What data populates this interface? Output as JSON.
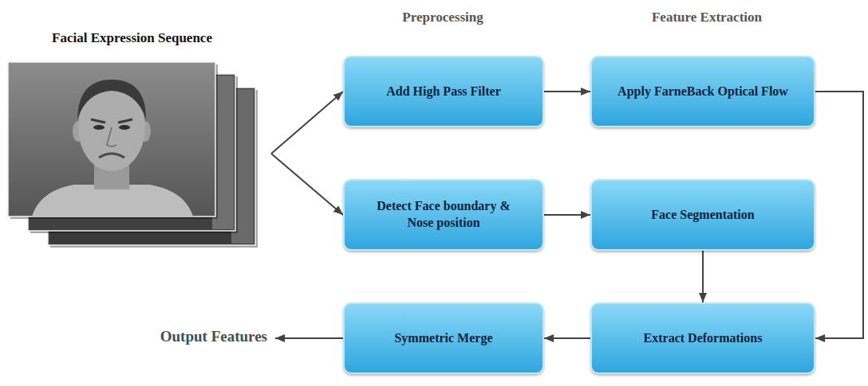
{
  "diagram": {
    "nodes": [
      {
        "text": [
          "Facial Expression Sequence"
        ]
      },
      {
        "text": [
          "Preprocessing"
        ]
      },
      {
        "text": [
          "Add High Pass Filter"
        ],
        "in": 1
      },
      {
        "text": [
          "Detect Face boundary & Nose position"
        ],
        "in": 1
      },
      {
        "text": [
          "Feature Extraction"
        ]
      },
      {
        "text": [
          "Apply FarneBack Optical Flow"
        ],
        "in": 4
      },
      {
        "text": [
          "Face Segmentation"
        ],
        "in": 4
      },
      {
        "text": [
          "Extract Deformations"
        ],
        "in": 4
      },
      {
        "text": [
          "Symmetric Merge"
        ],
        "in": 4
      }
    ],
    "edges": [
      {
        "from": 0,
        "to": 2,
        "arrow": "to"
      },
      {
        "from": 0,
        "to": 3,
        "arrow": "to"
      },
      {
        "from": 2,
        "to": 5,
        "arrow": "to"
      },
      {
        "from": 3,
        "to": 6,
        "arrow": "to"
      },
      {
        "from": 6,
        "to": 7,
        "arrow": "to"
      },
      {
        "from": 5,
        "to": 7,
        "arrow": "to"
      },
      {
        "from": 7,
        "to": 8,
        "arrow": "to"
      }
    ],
    "labels": [
      "Output Features"
    ]
  }
}
